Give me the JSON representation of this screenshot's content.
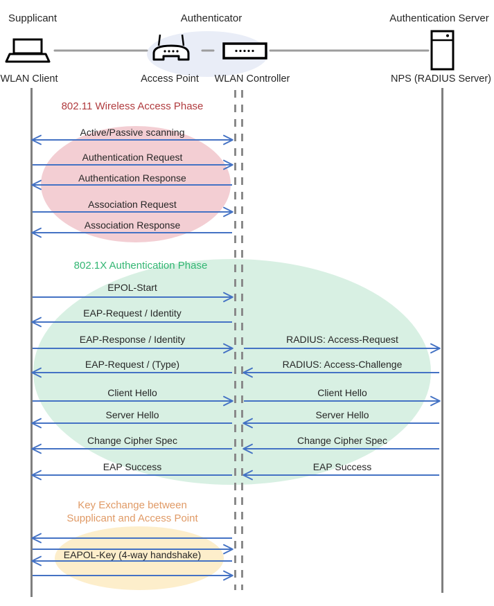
{
  "colors": {
    "arrow": "#4472c4",
    "lifeline": "#7f7f7f",
    "connector": "#9d9d9d",
    "icon": "#000000",
    "text": "#262626",
    "header_ellipse": "#e9edf7",
    "phase1_ellipse": "#f3ced3",
    "phase2_ellipse": "#d8f0e3",
    "phase3_ellipse": "#fdeecb",
    "phase1_title": "#b03b3e",
    "phase2_title": "#33b673",
    "phase3_title": "#e09a66"
  },
  "actors": {
    "roles": {
      "supplicant": "Supplicant",
      "authenticator": "Authenticator",
      "auth_server": "Authentication Server"
    },
    "devices": {
      "wlan_client": "WLAN Client",
      "access_point": "Access Point",
      "wlan_controller": "WLAN Controller",
      "radius_server": "NPS (RADIUS Server)"
    }
  },
  "phase1": {
    "title": "802.11 Wireless Access Phase",
    "messages": [
      "Active/Passive scanning",
      "Authentication Request",
      "Authentication Response",
      "Association Request",
      "Association Response"
    ]
  },
  "phase2": {
    "title": "802.1X Authentication Phase",
    "client_messages": [
      "EPOL-Start",
      "EAP-Request / Identity",
      "EAP-Response / Identity",
      "EAP-Request / (Type)",
      "Client Hello",
      "Server Hello",
      "Change Cipher Spec",
      "EAP Success"
    ],
    "server_messages": [
      "RADIUS: Access-Request",
      "RADIUS: Access-Challenge",
      "Client Hello",
      "Server Hello",
      "Change Cipher Spec",
      "EAP Success"
    ]
  },
  "phase3": {
    "title_line1": "Key Exchange between",
    "title_line2": "Supplicant and Access Point",
    "message": "EAPOL-Key (4-way handshake)"
  }
}
